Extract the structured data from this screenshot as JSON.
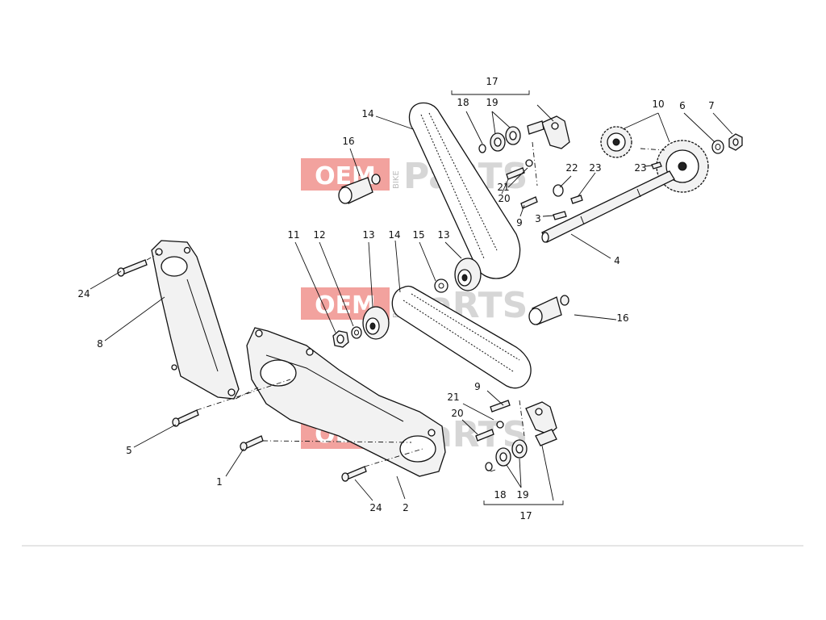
{
  "diagram": {
    "labels": [
      "1",
      "2",
      "3",
      "4",
      "5",
      "6",
      "7",
      "8",
      "9",
      "9",
      "10",
      "11",
      "12",
      "13",
      "13",
      "14",
      "14",
      "15",
      "16",
      "16",
      "17",
      "17",
      "18",
      "18",
      "19",
      "19",
      "20",
      "20",
      "21",
      "21",
      "22",
      "23",
      "23",
      "24",
      "24"
    ]
  },
  "watermark": {
    "oem": "OEM",
    "bike": "BIKE",
    "parts": "PaRTS"
  }
}
